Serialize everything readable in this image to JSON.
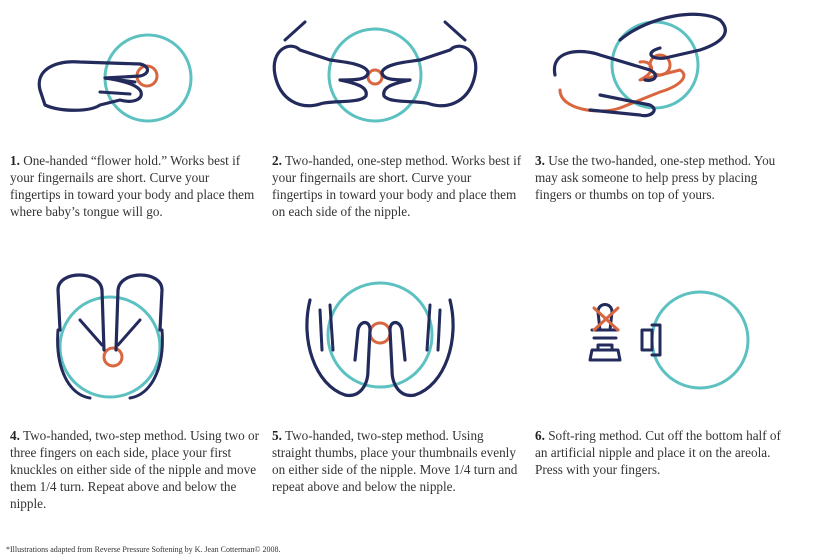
{
  "colors": {
    "navy": "#232a5c",
    "teal": "#5cc1c0",
    "orange": "#d8663e"
  },
  "steps": [
    {
      "num": "1.",
      "text": "One-handed “flower hold.” Works best if your fingernails are short. Curve your fingertips in toward your body and place them where baby’s tongue will go."
    },
    {
      "num": "2.",
      "text": "Two-handed, one-step method. Works best if your fingernails are short. Curve your fingertips in toward your body and place them on each side of the nipple."
    },
    {
      "num": "3.",
      "text": "Use the two-handed, one-step method. You may ask someone to help press by placing fingers or thumbs on top of yours."
    },
    {
      "num": "4.",
      "text": "Two-handed, two-step method. Using two or three fingers on each side, place your first knuckles on either side of the nipple and move them 1/4 turn. Repeat above and below the nipple."
    },
    {
      "num": "5.",
      "text": "Two-handed, two-step method. Using straight thumbs, place your thumbnails evenly on either side of the nipple. Move 1/4 turn and repeat above and below the nipple."
    },
    {
      "num": "6.",
      "text": "Soft-ring method. Cut off the bottom half of an artificial nipple and place it on the areola. Press with your fingers."
    }
  ],
  "footnote": "*Illustrations adapted from Reverse Pressure Softening by K. Jean Cotterman© 2008."
}
